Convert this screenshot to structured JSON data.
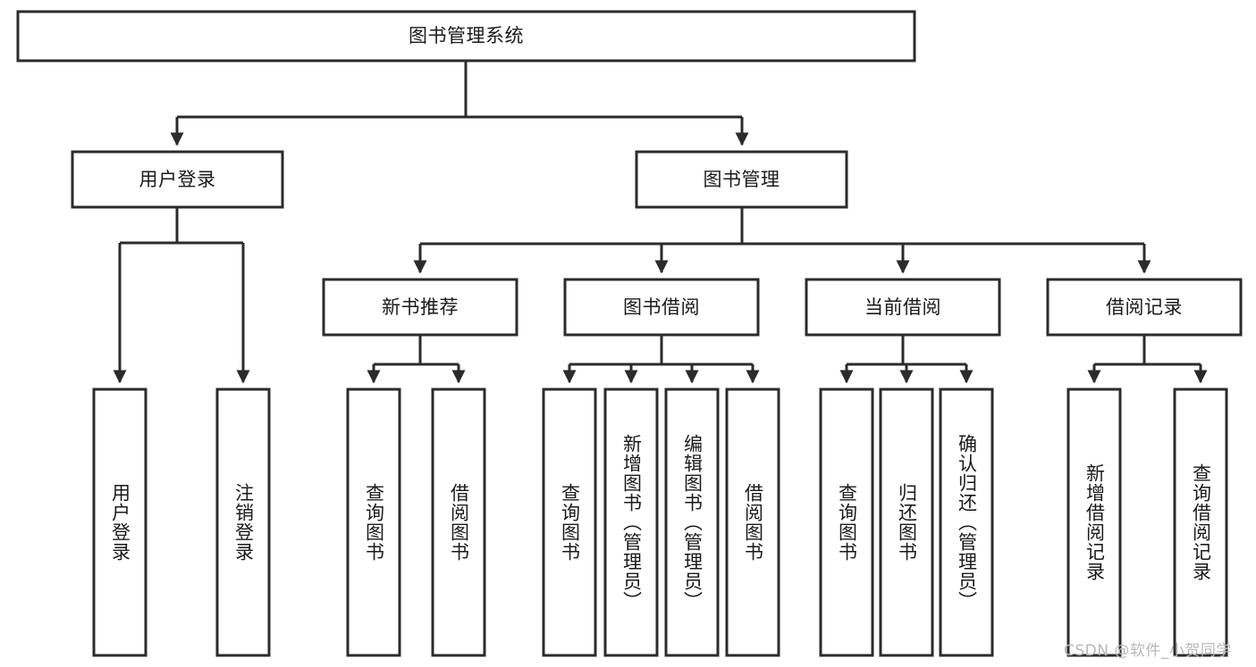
{
  "diagram": {
    "type": "tree-hierarchy-chart",
    "title": "图书管理系统",
    "root": {
      "id": "root",
      "label": "图书管理系统",
      "level": 0
    },
    "level1": [
      {
        "id": "user-login",
        "label": "用户登录"
      },
      {
        "id": "book-management",
        "label": "图书管理"
      }
    ],
    "level2": [
      {
        "id": "new-book-recommend",
        "label": "新书推荐",
        "parent": "book-management"
      },
      {
        "id": "book-borrow",
        "label": "图书借阅",
        "parent": "book-management"
      },
      {
        "id": "current-borrow",
        "label": "当前借阅",
        "parent": "book-management"
      },
      {
        "id": "borrow-record",
        "label": "借阅记录",
        "parent": "book-management"
      }
    ],
    "leaves": [
      {
        "id": "leaf-user-login",
        "label": "用户登录",
        "parent": "user-login"
      },
      {
        "id": "leaf-logout-login",
        "label": "注销登录",
        "parent": "user-login"
      },
      {
        "id": "leaf-query-book-1",
        "label": "查询图书",
        "parent": "new-book-recommend"
      },
      {
        "id": "leaf-borrow-book-1",
        "label": "借阅图书",
        "parent": "new-book-recommend"
      },
      {
        "id": "leaf-query-book-2",
        "label": "查询图书",
        "parent": "book-borrow"
      },
      {
        "id": "leaf-add-book",
        "label": "新增图书（管理员）",
        "parent": "book-borrow"
      },
      {
        "id": "leaf-edit-book",
        "label": "编辑图书（管理员）",
        "parent": "book-borrow"
      },
      {
        "id": "leaf-borrow-book-2",
        "label": "借阅图书",
        "parent": "book-borrow"
      },
      {
        "id": "leaf-query-book-3",
        "label": "查询图书",
        "parent": "current-borrow"
      },
      {
        "id": "leaf-return-book",
        "label": "归还图书",
        "parent": "current-borrow"
      },
      {
        "id": "leaf-confirm-return",
        "label": "确认归还（管理员）",
        "parent": "current-borrow"
      },
      {
        "id": "leaf-add-record",
        "label": "新增借阅记录",
        "parent": "borrow-record"
      },
      {
        "id": "leaf-query-record",
        "label": "查询借阅记录",
        "parent": "borrow-record"
      }
    ],
    "colors": {
      "stroke": "#2b2b2b",
      "fill": "#ffffff",
      "text": "#1a1a1a",
      "watermark": "#b8b8b8"
    }
  },
  "watermark": {
    "text": "CSDN @软件_小贺同学"
  }
}
